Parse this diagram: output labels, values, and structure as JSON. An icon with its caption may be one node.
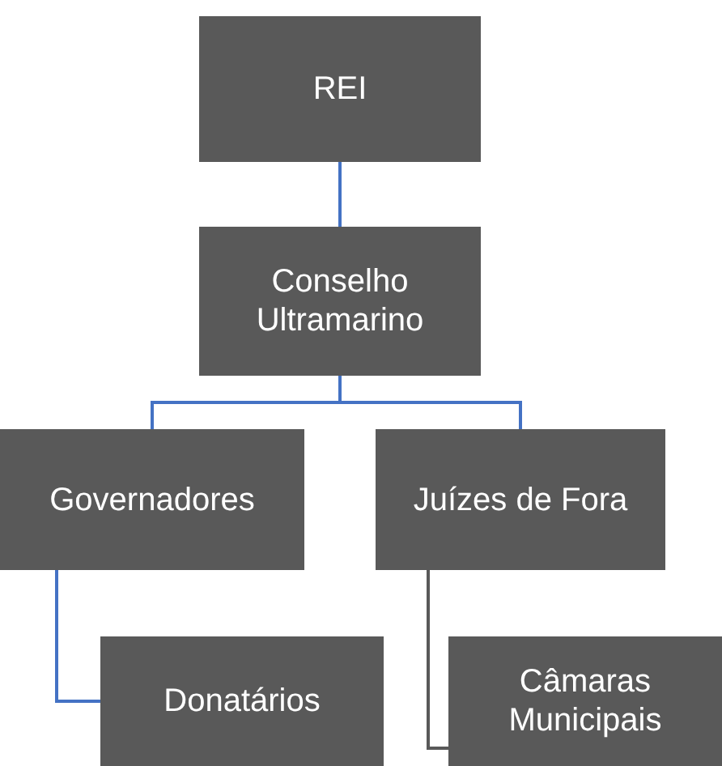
{
  "diagram": {
    "nodes": [
      {
        "text": [
          "REI"
        ]
      },
      {
        "text": [
          "Conselho Ultramarino"
        ]
      },
      {
        "text": [
          "Governadores"
        ]
      },
      {
        "text": [
          "Juízes de Fora"
        ]
      },
      {
        "text": [
          "Donatários"
        ]
      },
      {
        "text": [
          "Câmaras Municipais"
        ]
      }
    ],
    "edges": [
      {
        "from": 0,
        "to": 1,
        "arrow": "none"
      },
      {
        "from": 1,
        "to": 2,
        "arrow": "none"
      },
      {
        "from": 1,
        "to": 3,
        "arrow": "none"
      },
      {
        "from": 2,
        "to": 4,
        "arrow": "none"
      },
      {
        "from": 3,
        "to": 5,
        "arrow": "none",
        "color": "#595959"
      }
    ]
  }
}
